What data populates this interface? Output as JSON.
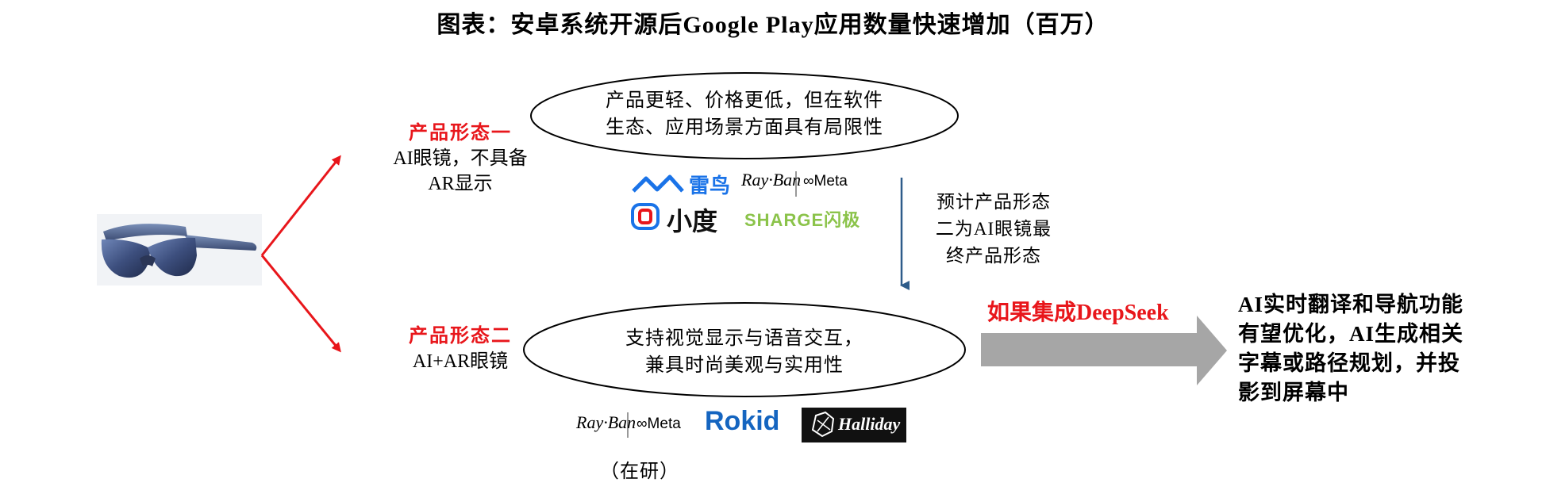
{
  "title": "图表：安卓系统开源后Google Play应用数量快速增加（百万）",
  "form1": {
    "label": "产品形态一",
    "desc_line1": "AI眼镜，不具备",
    "desc_line2": "AR显示",
    "ellipse_line1": "产品更轻、价格更低，但在软件",
    "ellipse_line2": "生态、应用场景方面具有局限性",
    "brands": {
      "leiniao": "雷鸟",
      "rayban": "Ray·Ban",
      "meta": "∞Meta",
      "xiaodu": "小度",
      "sharge": "SHARGE闪极"
    }
  },
  "form2": {
    "label": "产品形态二",
    "desc": "AI+AR眼镜",
    "ellipse_line1": "支持视觉显示与语音交互，",
    "ellipse_line2": "兼具时尚美观与实用性",
    "brands": {
      "rayban": "Ray·Ban",
      "meta": "∞Meta",
      "rokid": "Rokid",
      "halliday": "Halliday"
    },
    "in_research": "（在研）"
  },
  "note": {
    "line1": "预计产品形态",
    "line2": "二为AI眼镜最",
    "line3": "终产品形态"
  },
  "deepseek_label": "如果集成DeepSeek",
  "result": {
    "line1": "AI实时翻译和导航功能",
    "line2": "有望优化，AI生成相关",
    "line3": "字幕或路径规划，并投",
    "line4": "影到屏幕中"
  },
  "colors": {
    "red": "#e8161b",
    "arrow_gray": "#a6a6a6",
    "note_arrow": "#2e5c8a",
    "leiniao_blue": "#1a73e8",
    "rokid_blue": "#1565c0",
    "sharge_green": "#8bc34a"
  }
}
